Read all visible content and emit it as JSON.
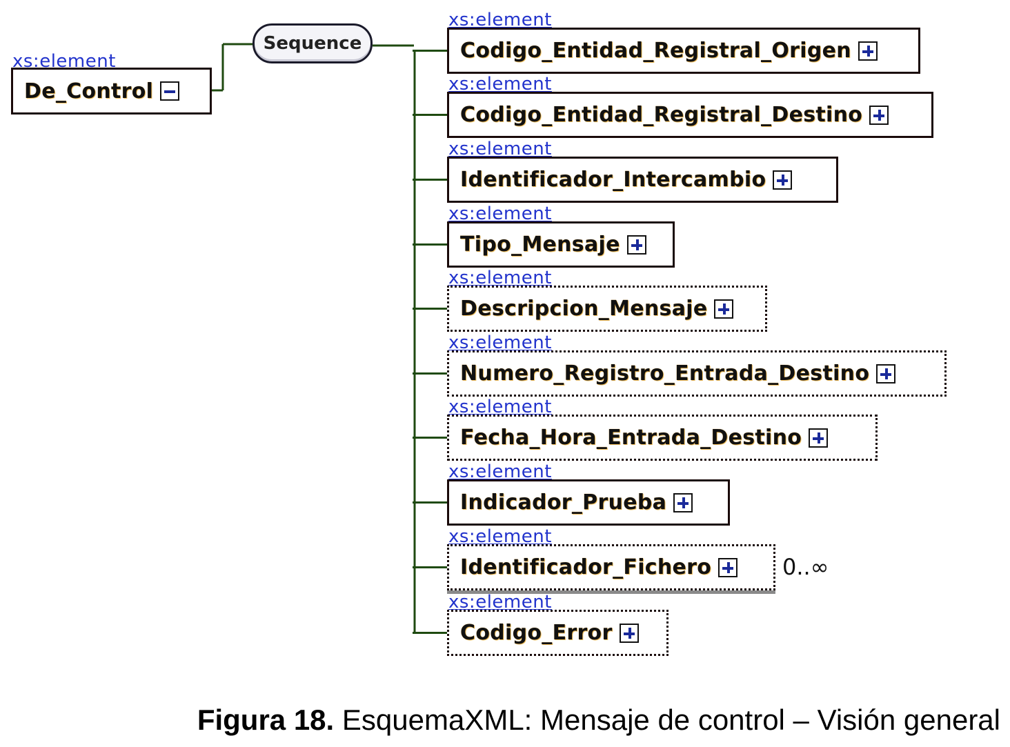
{
  "root": {
    "stereotype": "xs:element",
    "name": "De_Control",
    "expanded": true
  },
  "sequence": {
    "label": "Sequence"
  },
  "children": [
    {
      "stereotype": "xs:element",
      "name": "Codigo_Entidad_Registral_Origen",
      "optional": false,
      "occurs": ""
    },
    {
      "stereotype": "xs:element",
      "name": "Codigo_Entidad_Registral_Destino",
      "optional": false,
      "occurs": ""
    },
    {
      "stereotype": "xs:element",
      "name": "Identificador_Intercambio",
      "optional": false,
      "occurs": ""
    },
    {
      "stereotype": "xs:element",
      "name": "Tipo_Mensaje",
      "optional": false,
      "occurs": ""
    },
    {
      "stereotype": "xs:element",
      "name": "Descripcion_Mensaje",
      "optional": true,
      "occurs": ""
    },
    {
      "stereotype": "xs:element",
      "name": "Numero_Registro_Entrada_Destino",
      "optional": true,
      "occurs": ""
    },
    {
      "stereotype": "xs:element",
      "name": "Fecha_Hora_Entrada_Destino",
      "optional": true,
      "occurs": ""
    },
    {
      "stereotype": "xs:element",
      "name": "Indicador_Prueba",
      "optional": false,
      "occurs": ""
    },
    {
      "stereotype": "xs:element",
      "name": "Identificador_Fichero",
      "optional": true,
      "occurs": "0..∞"
    },
    {
      "stereotype": "xs:element",
      "name": "Codigo_Error",
      "optional": true,
      "occurs": ""
    }
  ],
  "caption": {
    "bold": "Figura 18.",
    "text": " EsquemaXML: Mensaje de control – Visión general"
  },
  "colors": {
    "connector": "#1f4a10",
    "stereotype_link": "#2233cc",
    "toggle_glyph": "#1a2a9a"
  }
}
